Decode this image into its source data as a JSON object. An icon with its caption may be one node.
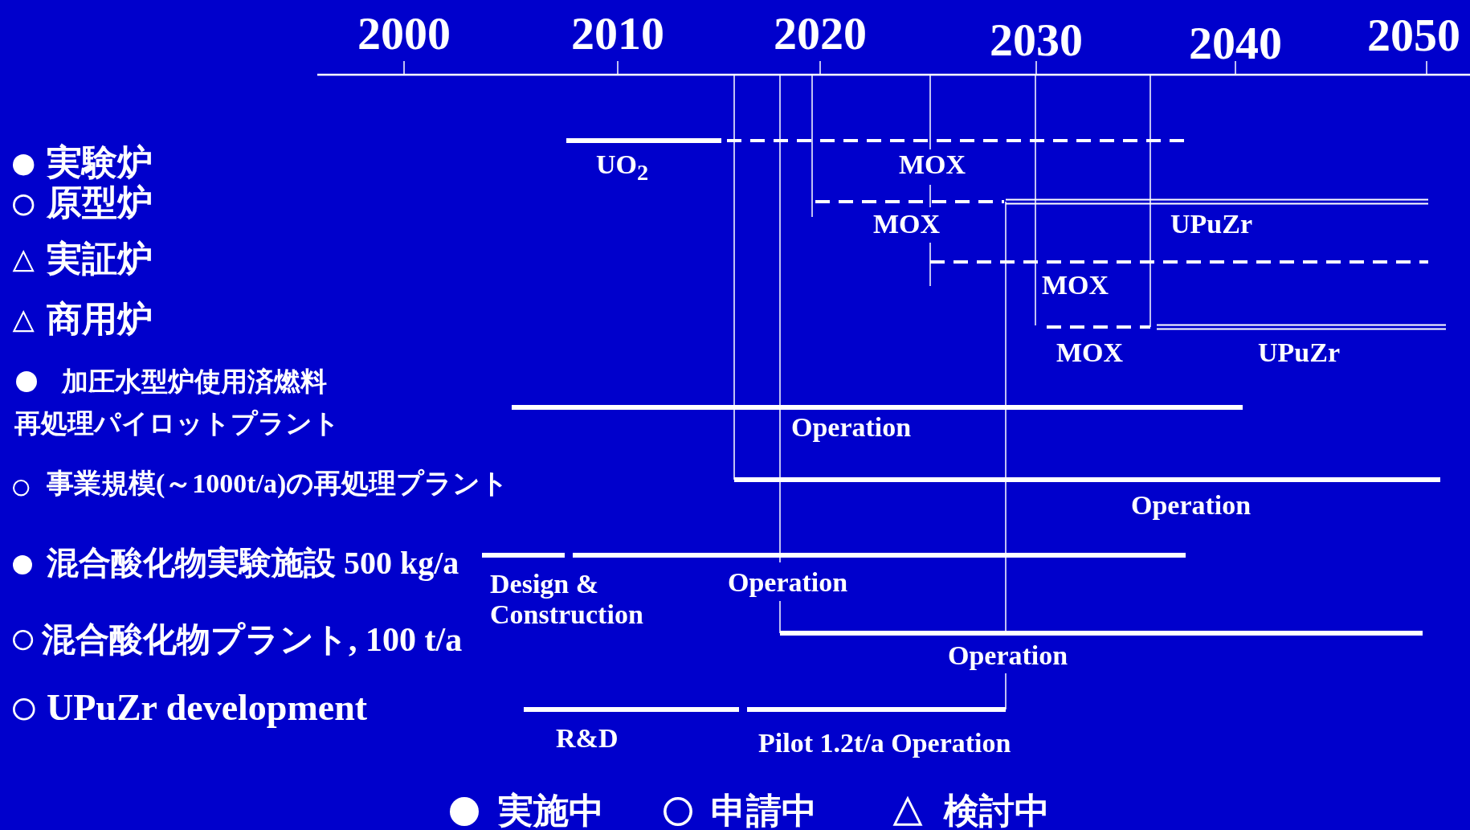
{
  "diagram": {
    "labels": [
      "2000",
      "2010",
      "2020",
      "2030",
      "2040",
      "2050",
      "実験炉",
      "UO$_{2}$",
      "MOX",
      "原型炉",
      "MOX",
      "UPuZr",
      "実証炉",
      "MOX",
      "商用炉",
      "MOX",
      "UPuZr",
      "加圧水型炉使用済燃料再処理パイロットプラント",
      "Operation",
      "事業規模(～1000t/a)の再処理プラント",
      "Operation",
      "混合酸化物実験施設 500 kg/a",
      "Design & Construction",
      "Operation",
      "混合酸化物プラント, 100 t/a",
      "Operation",
      "UPuZr development",
      "R&D",
      "Pilot 1.2t/a Operation"
    ],
    "legend": [
      {
        "text": "実施中"
      },
      {
        "text": "申請中"
      },
      {
        "text": "検討中"
      }
    ]
  }
}
